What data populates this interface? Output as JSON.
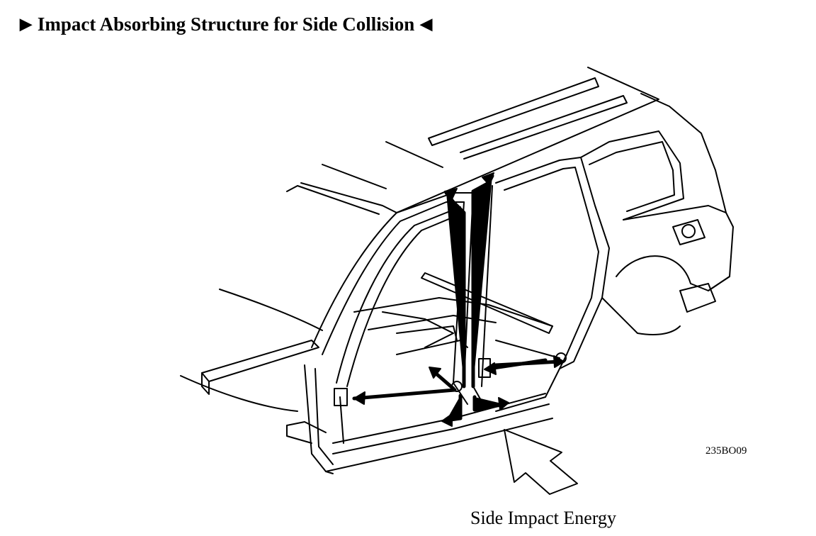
{
  "title": {
    "text": "Impact Absorbing Structure for Side Collision",
    "left_marker": "▶",
    "right_marker": "◀"
  },
  "figure_code": "235BO09",
  "caption": "Side Impact Energy",
  "icons": {
    "title_left": "triangle-right-icon",
    "title_right": "triangle-left-icon",
    "energy_arrow": "large-hollow-arrow-icon"
  }
}
